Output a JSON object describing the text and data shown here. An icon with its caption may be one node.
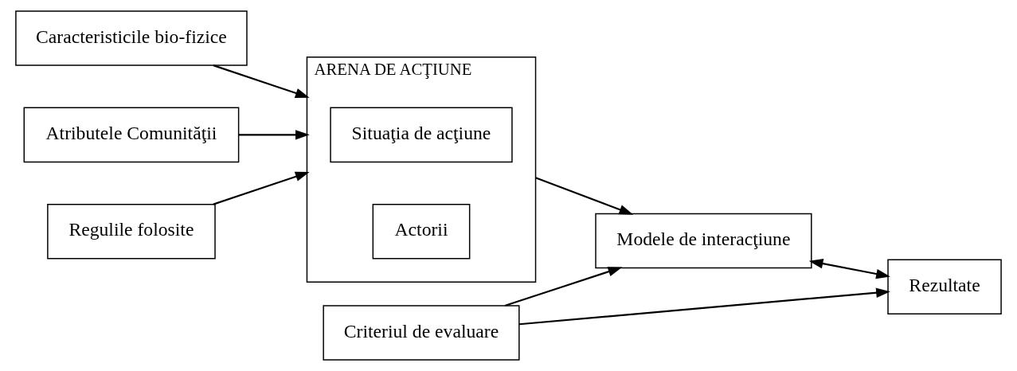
{
  "diagram": {
    "nodes": [
      {
        "text": [
          "Caracteristicile bio-fizice"
        ]
      },
      {
        "text": [
          "Atributele Comunităţii"
        ]
      },
      {
        "text": [
          "Regulile folosite"
        ]
      },
      {
        "text": [
          "ARENA DE ACŢIUNE"
        ]
      },
      {
        "text": [
          "Situaţia de acţiune"
        ],
        "in": 3
      },
      {
        "text": [
          "Actorii"
        ],
        "in": 3
      },
      {
        "text": [
          "Modele de interacţiune"
        ]
      },
      {
        "text": [
          "Criteriul de evaluare"
        ]
      },
      {
        "text": [
          "Rezultate"
        ]
      }
    ],
    "edges": [
      {
        "from": 0,
        "to": 3,
        "arrow": "to"
      },
      {
        "from": 1,
        "to": 3,
        "arrow": "to"
      },
      {
        "from": 2,
        "to": 3,
        "arrow": "to"
      },
      {
        "from": 3,
        "to": 6,
        "arrow": "to"
      },
      {
        "from": 6,
        "to": 8,
        "arrow": "both"
      },
      {
        "from": 7,
        "to": 6,
        "arrow": "to"
      },
      {
        "from": 7,
        "to": 8,
        "arrow": "to"
      }
    ]
  }
}
